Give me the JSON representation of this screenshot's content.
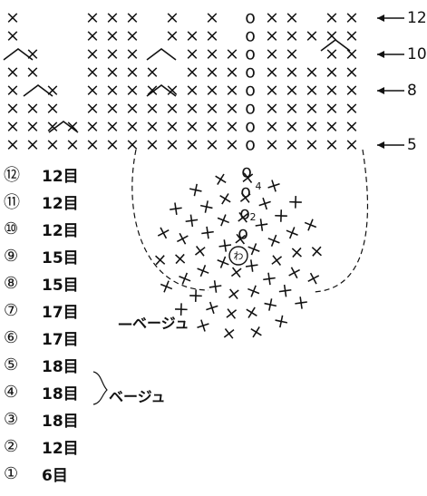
{
  "pattern": {
    "row_markers": [
      "12",
      "10",
      "8",
      "5"
    ],
    "ring_label": "わ",
    "round_numbers_in_motif": [
      "4",
      "2"
    ],
    "symbols": {
      "single": "×",
      "chain": "o",
      "increase": "^"
    }
  },
  "rounds": [
    {
      "num": "⑫",
      "count": "12目"
    },
    {
      "num": "⑪",
      "count": "12目"
    },
    {
      "num": "⑩",
      "count": "12目"
    },
    {
      "num": "⑨",
      "count": "15目"
    },
    {
      "num": "⑧",
      "count": "15目"
    },
    {
      "num": "⑦",
      "count": "17目"
    },
    {
      "num": "⑥",
      "count": "17目"
    },
    {
      "num": "⑤",
      "count": "18目"
    },
    {
      "num": "④",
      "count": "18目"
    },
    {
      "num": "③",
      "count": "18目"
    },
    {
      "num": "②",
      "count": "12目"
    },
    {
      "num": "①",
      "count": "6目"
    }
  ],
  "notes": {
    "color_note_7": "ベージュ",
    "color_note_45": "ベージュ"
  }
}
